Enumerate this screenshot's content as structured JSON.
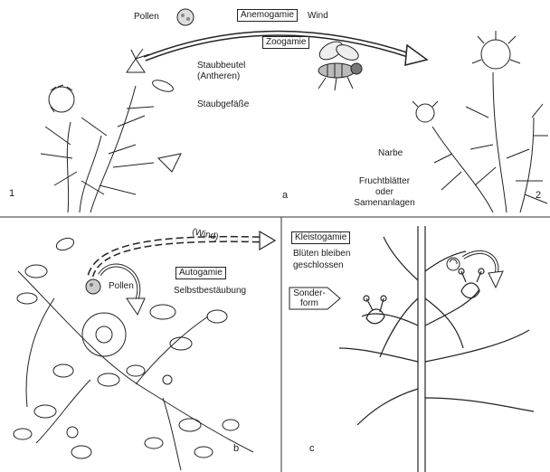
{
  "panel_a": {
    "pollen": "Pollen",
    "anemogamie": "Anemogamie",
    "wind": "Wind",
    "zoogamie": "Zoogamie",
    "staubbeutel": "Staubbeutel",
    "antheren": "(Antheren)",
    "staubgefaesse": "Staubgefäße",
    "narbe": "Narbe",
    "fruchtblaetter": "Fruchtblätter",
    "oder": "oder",
    "samenanlagen": "Samenanlagen",
    "num_left": "1",
    "num_right": "2",
    "letter": "a"
  },
  "panel_b": {
    "wind": "(Wind)",
    "pollen": "Pollen",
    "autogamie": "Autogamie",
    "selbstbestaeubung": "Selbstbestäubung",
    "letter": "b"
  },
  "panel_c": {
    "kleistogamie": "Kleistogamie",
    "blueten": "Blüten bleiben",
    "geschlossen": "geschlossen",
    "sonder": "Sonder-",
    "form": "form",
    "letter": "c"
  },
  "colors": {
    "ink": "#1a1a1a",
    "background": "#ffffff"
  }
}
